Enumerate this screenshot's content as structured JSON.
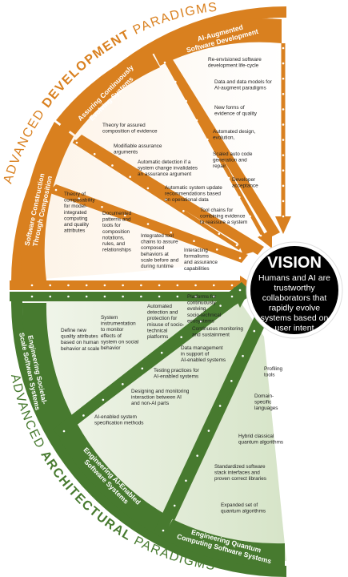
{
  "colors": {
    "orange": "#d9801f",
    "orange_light": "#fbeedd",
    "green": "#477a2f",
    "green_light": "#e4eedb",
    "vision_bg": "#000000"
  },
  "top_paradigm": {
    "prefix": "ADVANCED ",
    "bold": "DEVELOPMENT",
    "suffix": " PARADIGMS"
  },
  "bottom_paradigm": {
    "prefix": "ADVANCED ",
    "bold": "ARCHITECTURAL",
    "suffix": " PARADIGMS"
  },
  "vision": {
    "title": "VISION",
    "lines": [
      "Humans and AI are",
      "trustworthy",
      "collaborators that",
      "rapidly evolve",
      "systems based on",
      "user intent"
    ]
  },
  "bands": {
    "ai_augmented": {
      "label_lines": [
        "AI-Augmented",
        "Software Development"
      ],
      "items": [
        [
          "Re-envisioned software",
          "development life-cycle"
        ],
        [
          "Data and data models for",
          "AI-augment paradigms"
        ],
        [
          "New forms of",
          "evidence of quality"
        ],
        [
          "Automated design,",
          "evolution,"
        ],
        [
          "Scaled auto code",
          "generation and",
          "repair"
        ],
        [
          "Developer",
          "acceptance"
        ]
      ]
    },
    "assuring": {
      "label_lines": [
        "Assuring Continuously",
        "Evolving Systems"
      ],
      "items": [
        [
          "Theory for assured",
          "composition of evidence"
        ],
        [
          "Modifiable assurance",
          "arguments"
        ],
        [
          "Automatic detection if a",
          "system change invalidates",
          "an assurance argument"
        ],
        [
          "Automatic system update",
          "recommendations based",
          "on operational data"
        ],
        [
          "Tool chains for",
          "combining evidence",
          "to reassure a system"
        ]
      ]
    },
    "composition": {
      "label_lines": [
        "Software Construction",
        "Through Composition"
      ],
      "items": [
        [
          "Theory of",
          "composability",
          "for model-",
          "integrated",
          "computing",
          "and quality",
          "attributes"
        ],
        [
          "Documented",
          "patterns and",
          "tools for",
          "composition",
          "notations,",
          "rules, and",
          "relationships"
        ],
        [
          "Integrated tool",
          "chains to assure",
          "composed",
          "behaviors at",
          "scale before and",
          "during runtime"
        ],
        [
          "Interacting",
          "formalisms",
          "and assurance",
          "capabilities"
        ]
      ]
    },
    "societal": {
      "label_lines": [
        "Engineering Societal-",
        "Scale Software Systems"
      ],
      "items": [
        [
          "Define new",
          "quality attributes",
          "based on human",
          "behavior at scale"
        ],
        [
          "System",
          "instrumentation",
          "to monitor",
          "effects of",
          "system on social",
          "behavior"
        ],
        [
          "Automated",
          "detection and",
          "protection for",
          "misuse of socio-",
          "technical",
          "platforms"
        ],
        [
          "Platforms for",
          "continuously",
          "evolving",
          "socio-technical",
          "ecosystems"
        ]
      ]
    },
    "ai_enabled": {
      "label_lines": [
        "Engineering AI-Enabled",
        "Software Systems"
      ],
      "items": [
        [
          "Continuous monitoring",
          "and sustainment"
        ],
        [
          "Data management",
          "in support of",
          "AI-enabled systems"
        ],
        [
          "Testing practices for",
          "AI-enabled systems"
        ],
        [
          "Designing and monitoring",
          "interaction between AI",
          "and non-AI parts"
        ],
        [
          "AI-enabled system",
          "specification methods"
        ]
      ]
    },
    "quantum": {
      "label_lines": [
        "Engineering Quantum",
        "Computing Software Systems"
      ],
      "items": [
        [
          "Profiling",
          "tools"
        ],
        [
          "Domain-",
          "specific",
          "languages"
        ],
        [
          "Hybrid classical",
          "quantum algorithms"
        ],
        [
          "Standardized software",
          "stack interfaces and",
          "proven correct libraries"
        ],
        [
          "Expanded set of",
          "quantum algorithms"
        ]
      ]
    }
  }
}
